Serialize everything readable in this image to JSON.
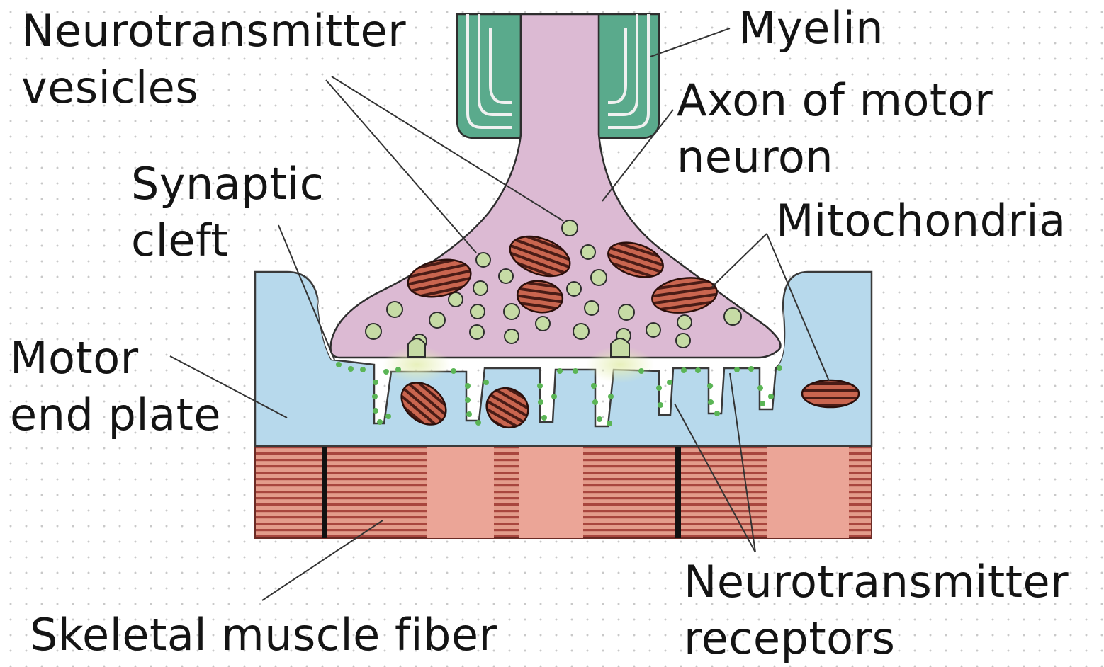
{
  "labels": {
    "neurotransmitter_vesicles": {
      "line1": "Neurotransmitter",
      "line2": "vesicles"
    },
    "myelin": "Myelin",
    "axon_of_motor_neuron": {
      "line1": "Axon of motor",
      "line2": "neuron"
    },
    "synaptic_cleft": {
      "line1": "Synaptic",
      "line2": "cleft"
    },
    "mitochondria": "Mitochondria",
    "motor_end_plate": {
      "line1": "Motor",
      "line2": "end plate"
    },
    "skeletal_muscle_fiber": "Skeletal muscle fiber",
    "neurotransmitter_receptors": {
      "line1": "Neurotransmitter",
      "line2": "receptors"
    }
  },
  "colors": {
    "axon_terminal": "#dcbad3",
    "myelin_sheath": "#5aaa8c",
    "end_plate": "#b7d9ec",
    "muscle_fiber": "#e8a08e",
    "muscle_striation": "#a9473f",
    "mitochondria": "#c76552",
    "vesicle": "#c6dba5",
    "receptor": "#5bb556"
  }
}
